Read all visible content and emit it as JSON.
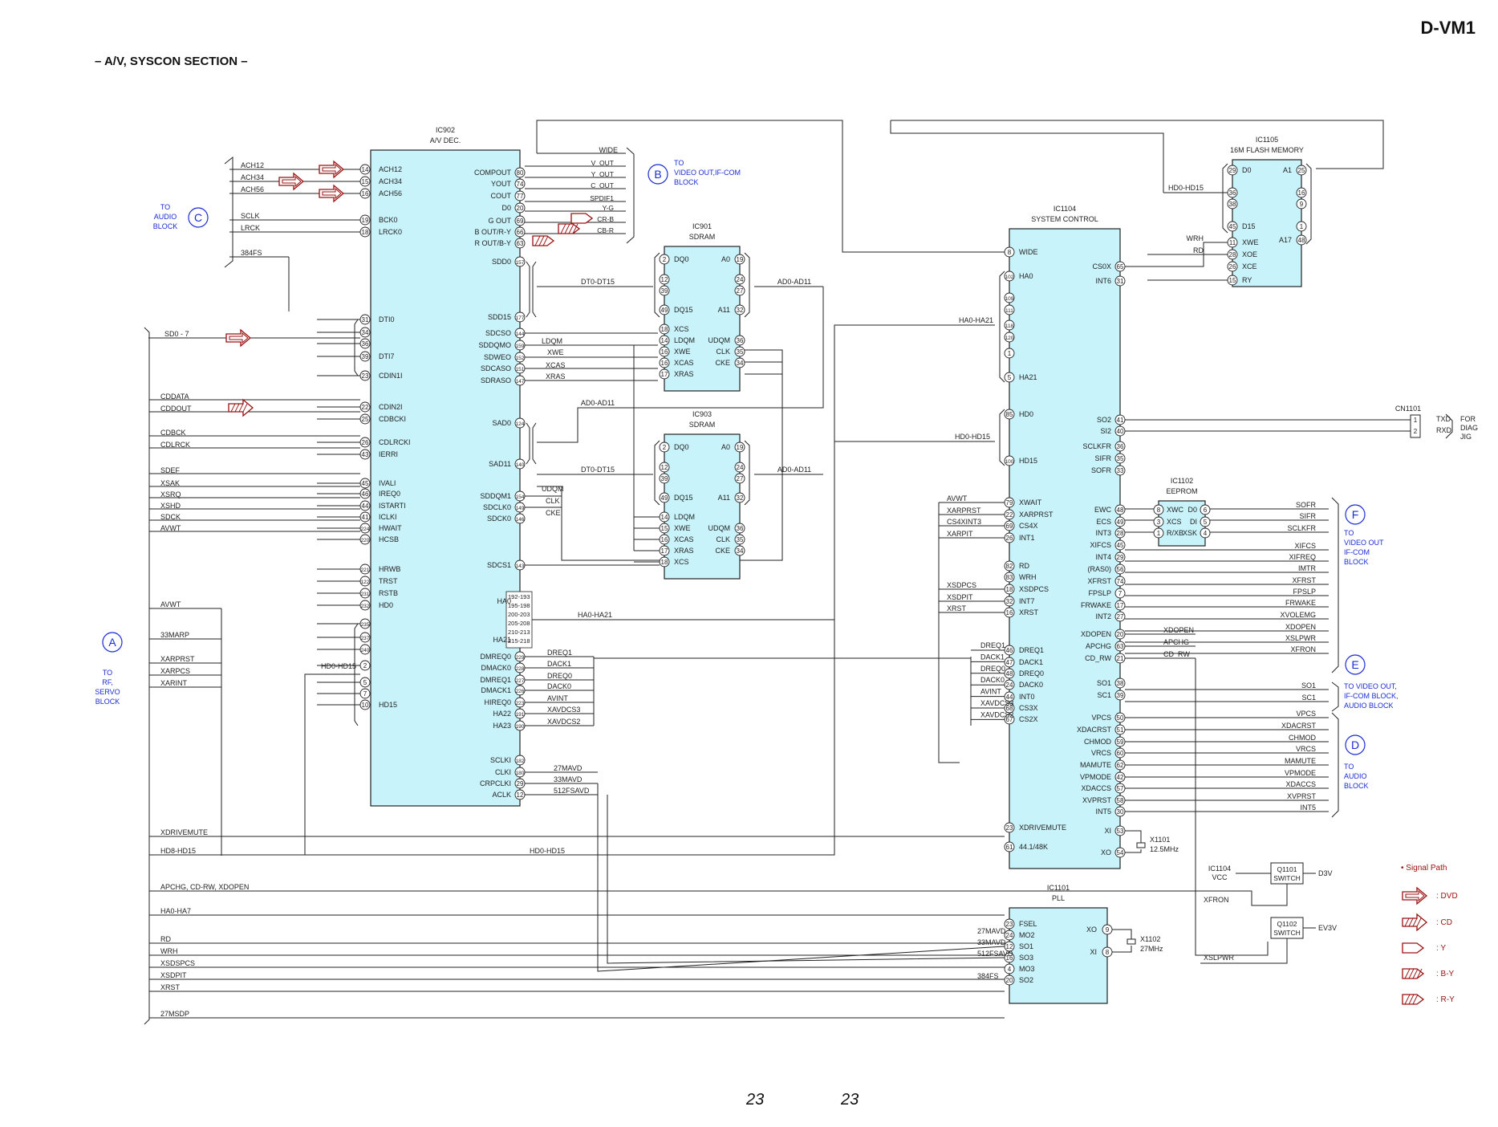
{
  "page": {
    "model": "D-VM1",
    "section": "– A/V, SYSCON SECTION –",
    "page_left": "23",
    "page_right": "23"
  },
  "colors": {
    "chip_fill": "#c9f3fa",
    "line": "#222222",
    "blue": "#1a2bd6",
    "red": "#9a1010"
  },
  "ics": [
    {
      "ref": "IC902",
      "name": "A/V DEC.",
      "left": [
        [
          "14",
          "ACH12"
        ],
        [
          "15",
          "ACH34"
        ],
        [
          "16",
          "ACH56"
        ],
        [
          "19",
          "BCK0"
        ],
        [
          "18",
          "LRCK0"
        ],
        [
          "31",
          "DTI0"
        ],
        [
          "34",
          ""
        ],
        [
          "36",
          ""
        ],
        [
          "39",
          "DTI7"
        ],
        [
          "23",
          "CDIN1I"
        ],
        [
          "22",
          "CDIN2I"
        ],
        [
          "25",
          "CDBCKI"
        ],
        [
          "26",
          "CDLRCKI"
        ],
        [
          "43",
          "IERRI"
        ],
        [
          "45",
          "IVALI"
        ],
        [
          "46",
          "IREQ0"
        ],
        [
          "44",
          "ISTARTI"
        ],
        [
          "41",
          "ICLKI"
        ],
        [
          "224",
          "HWAIT"
        ],
        [
          "220",
          "HCSB"
        ],
        [
          "221",
          "HRWB"
        ],
        [
          "122",
          "TRST"
        ],
        [
          "231",
          "RSTB"
        ],
        [
          "232",
          "HD0"
        ],
        [
          "235",
          ""
        ],
        [
          "237",
          ""
        ],
        [
          "240",
          ""
        ],
        [
          "2",
          ""
        ],
        [
          "5",
          ""
        ],
        [
          "7",
          ""
        ],
        [
          "10",
          "HD15"
        ]
      ],
      "right": [
        [
          "80",
          "COMPOUT"
        ],
        [
          "74",
          "YOUT"
        ],
        [
          "77",
          "COUT"
        ],
        [
          "20",
          "D0"
        ],
        [
          "69",
          "G OUT"
        ],
        [
          "66",
          "B OUT/R-Y"
        ],
        [
          "63",
          "R OUT/B-Y"
        ],
        [
          "157",
          "SDD0"
        ],
        [
          "177",
          "SDD15"
        ],
        [
          "144",
          "SDCSO"
        ],
        [
          "159",
          "SDDQMO"
        ],
        [
          "152",
          "SDWEO"
        ],
        [
          "151",
          "SDCASO"
        ],
        [
          "147",
          "SDRASO"
        ],
        [
          "124",
          "SAD0"
        ],
        [
          "140",
          "SAD11"
        ],
        [
          "154",
          "SDDQM1"
        ],
        [
          "149",
          "SDCLK0"
        ],
        [
          "146",
          "SDCK0"
        ],
        [
          "143",
          "SDCS1"
        ],
        [
          "",
          "HA0"
        ],
        [
          "",
          "HA21"
        ],
        [
          "229",
          "DMREQ0"
        ],
        [
          "228",
          "DMACK0"
        ],
        [
          "227",
          "DMREQ1"
        ],
        [
          "226",
          "DMACK1"
        ],
        [
          "223",
          "HIREQ0"
        ],
        [
          "191",
          "HA22"
        ],
        [
          "190",
          "HA23"
        ],
        [
          "182",
          "SCLKI"
        ],
        [
          "180",
          "CLKI"
        ],
        [
          "29",
          "CRPCLKI"
        ],
        [
          "12",
          "ACLK"
        ]
      ],
      "ha_pins": [
        "192-193",
        "195-198",
        "200-203",
        "205-208",
        "210-213",
        "215-218"
      ]
    },
    {
      "ref": "IC901",
      "name": "SDRAM",
      "left": [
        [
          "2",
          "DQ0"
        ],
        [
          "12",
          ""
        ],
        [
          "39",
          ""
        ],
        [
          "49",
          "DQ15"
        ],
        [
          "18",
          "XCS"
        ],
        [
          "14",
          "LDQM"
        ],
        [
          "16",
          "XWE"
        ],
        [
          "16",
          "XCAS"
        ],
        [
          "17",
          "XRAS"
        ]
      ],
      "right": [
        [
          "19",
          "A0"
        ],
        [
          "24",
          ""
        ],
        [
          "27",
          ""
        ],
        [
          "32",
          "A11"
        ],
        [
          "36",
          "UDQM"
        ],
        [
          "35",
          "CLK"
        ],
        [
          "34",
          "CKE"
        ]
      ]
    },
    {
      "ref": "IC903",
      "name": "SDRAM",
      "left": [
        [
          "2",
          "DQ0"
        ],
        [
          "12",
          ""
        ],
        [
          "39",
          ""
        ],
        [
          "49",
          "DQ15"
        ],
        [
          "14",
          "LDQM"
        ],
        [
          "15",
          "XWE"
        ],
        [
          "16",
          "XCAS"
        ],
        [
          "17",
          "XRAS"
        ],
        [
          "18",
          "XCS"
        ]
      ],
      "right": [
        [
          "19",
          "A0"
        ],
        [
          "24",
          ""
        ],
        [
          "27",
          ""
        ],
        [
          "32",
          "A11"
        ],
        [
          "36",
          "UDQM"
        ],
        [
          "35",
          "CLK"
        ],
        [
          "34",
          "CKE"
        ]
      ]
    },
    {
      "ref": "IC1104",
      "name": "SYSTEM CONTROL",
      "left": [
        [
          "8",
          "WIDE"
        ],
        [
          "102",
          "HA0"
        ],
        [
          "109",
          ""
        ],
        [
          "111",
          ""
        ],
        [
          "118",
          ""
        ],
        [
          "120",
          ""
        ],
        [
          "1",
          ""
        ],
        [
          "5",
          "HA21"
        ],
        [
          "85",
          "HD0"
        ],
        [
          "100",
          "HD15"
        ],
        [
          "79",
          "XWAIT"
        ],
        [
          "22",
          "XARPRST"
        ],
        [
          "69",
          "CS4X"
        ],
        [
          "26",
          "INT1"
        ],
        [
          "82",
          "RD"
        ],
        [
          "83",
          "WRH"
        ],
        [
          "18",
          "XSDPCS"
        ],
        [
          "32",
          "INT7"
        ],
        [
          "16",
          "XRST"
        ],
        [
          "46",
          "DREQ1"
        ],
        [
          "47",
          "DACK1"
        ],
        [
          "48",
          "DREQ0"
        ],
        [
          "24",
          "DACK0"
        ],
        [
          "44",
          "INT0"
        ],
        [
          "68",
          "CS3X"
        ],
        [
          "67",
          "CS2X"
        ],
        [
          "23",
          "XDRIVEMUTE"
        ],
        [
          "61",
          "44.1/48K"
        ]
      ],
      "right": [
        [
          "65",
          "CS0X"
        ],
        [
          "31",
          "INT6"
        ],
        [
          "41",
          "SO2"
        ],
        [
          "40",
          "SI2"
        ],
        [
          "36",
          "SCLKFR"
        ],
        [
          "35",
          "SIFR"
        ],
        [
          "33",
          "SOFR"
        ],
        [
          "48",
          "EWC"
        ],
        [
          "49",
          "ECS"
        ],
        [
          "28",
          "INT3"
        ],
        [
          "45",
          "XIFCS"
        ],
        [
          "29",
          "INT4"
        ],
        [
          "56",
          "(RAS0)"
        ],
        [
          "74",
          "XFRST"
        ],
        [
          "7",
          "FPSLP"
        ],
        [
          "17",
          "FRWAKE"
        ],
        [
          "27",
          "INT2"
        ],
        [
          "20",
          "XDOPEN"
        ],
        [
          "63",
          "APCHG"
        ],
        [
          "21",
          "CD_RW"
        ],
        [
          "38",
          "SO1"
        ],
        [
          "39",
          "SC1"
        ],
        [
          "50",
          "VPCS"
        ],
        [
          "51",
          "XDACRST"
        ],
        [
          "59",
          "CHMOD"
        ],
        [
          "60",
          "VRCS"
        ],
        [
          "62",
          "MAMUTE"
        ],
        [
          "42",
          "VPMODE"
        ],
        [
          "57",
          "XDACCS"
        ],
        [
          "58",
          "XVPRST"
        ],
        [
          "30",
          "INT5"
        ],
        [
          "53",
          "XI"
        ],
        [
          "54",
          "XO"
        ]
      ]
    },
    {
      "ref": "IC1105",
      "name": "16M FLASH MEMORY",
      "left": [
        [
          "29",
          "D0"
        ],
        [
          "36",
          ""
        ],
        [
          "38",
          ""
        ],
        [
          "45",
          "D15"
        ],
        [
          "11",
          "XWE"
        ],
        [
          "28",
          "XOE"
        ],
        [
          "26",
          "XCE"
        ],
        [
          "15",
          "RY"
        ]
      ],
      "right": [
        [
          "25",
          "A1"
        ],
        [
          "16",
          ""
        ],
        [
          "9",
          ""
        ],
        [
          "1",
          ""
        ],
        [
          "48",
          "A17"
        ]
      ]
    },
    {
      "ref": "IC1102",
      "name": "EEPROM",
      "left": [
        [
          "8",
          "XWC"
        ],
        [
          "3",
          "XCS"
        ],
        [
          "1",
          "R/XB"
        ]
      ],
      "right": [
        [
          "6",
          "D0"
        ],
        [
          "5",
          "DI"
        ],
        [
          "4",
          "XSK"
        ]
      ]
    },
    {
      "ref": "IC1101",
      "name": "PLL",
      "left": [
        [
          "23",
          "FSEL"
        ],
        [
          "24",
          "MO2"
        ],
        [
          "12",
          "SO1"
        ],
        [
          "16",
          "SO3"
        ],
        [
          "4",
          "MO3"
        ],
        [
          "20",
          "SO2"
        ]
      ],
      "right": [
        [
          "9",
          "XO"
        ],
        [
          "8",
          "XI"
        ]
      ]
    }
  ],
  "nets": {
    "ach": [
      "ACH12",
      "ACH34",
      "ACH56"
    ],
    "audio_clk": [
      "SCLK",
      "LRCK",
      "384FS"
    ],
    "video_out": [
      "WIDE",
      "V_OUT",
      "Y_OUT",
      "C_OUT",
      "SPDIF1",
      "Y-G",
      "CR-B",
      "CB-R"
    ],
    "sd": "SD0 - 7",
    "cd": [
      "CDDATA",
      "CDDOUT",
      "CDBCK",
      "CDLRCK"
    ],
    "i_sig": [
      "SDEF",
      "XSAK",
      "XSRQ",
      "XSHD",
      "SDCK",
      "AVWT"
    ],
    "sdram_bus": [
      "DT0-DT15",
      "AD0-AD11",
      "AD0-AD11",
      "DT0-DT15",
      "AD0-AD11"
    ],
    "sdram_ctl": [
      "LDQM",
      "XWE",
      "XCAS",
      "XRAS",
      "UDQM",
      "CLK",
      "CKE"
    ],
    "ha": "HA0-HA21",
    "hd": [
      "HD0-HD15",
      "HD0-HD15",
      "HD8-HD15",
      "HD0-HD15"
    ],
    "rf_left": [
      "AVWT",
      "33MARP",
      "XARPRST",
      "XARPCS",
      "XARINT"
    ],
    "dma": [
      "DREQ1",
      "DACK1",
      "DREQ0",
      "DACK0",
      "AVINT",
      "XAVDCS3",
      "XAVDCS2"
    ],
    "clk_in": [
      "27MAVD",
      "33MAVD",
      "512FSAVD"
    ],
    "bottom_left": [
      "XDRIVEMUTE",
      "APCHG, CD-RW, XDOPEN",
      "HA0-HA7",
      "RD",
      "WRH",
      "XSDSPCS",
      "XSDPIT",
      "XRST",
      "27MSDP"
    ],
    "sys_left": [
      "AVWT",
      "XARPRST",
      "CS4XINT3",
      "XARPIT",
      "XSDPCS",
      "XSDPIT",
      "XRST"
    ],
    "pll_in": [
      "27MAVD",
      "33MAVD",
      "512FSAVD",
      "384FS"
    ],
    "flash": [
      "HD0-HD15",
      "WRH",
      "RD"
    ],
    "diag": [
      "TXD",
      "RXD"
    ],
    "f_right": [
      "SOFR",
      "SIFR",
      "SCLKFR",
      "XIFCS",
      "XIFREQ",
      "IMTR",
      "XFRST",
      "FPSLP",
      "FRWAKE",
      "XVOLEMG",
      "XDOPEN",
      "XSLPWR",
      "XFRON"
    ],
    "e_right": [
      "SO1",
      "SC1"
    ],
    "d_right": [
      "VPCS",
      "XDACRST",
      "CHMOD",
      "VRCS",
      "MAMUTE",
      "VPMODE",
      "XDACCS",
      "XVPRST",
      "INT5"
    ],
    "mid_right": [
      "XDOPEN",
      "APCHG",
      "CD_RW"
    ],
    "power": [
      "XFRON",
      "XSLPWR"
    ],
    "ic1104_vcc": "IC1104\nVCC"
  },
  "blocks": {
    "A": {
      "letter": "A",
      "label": "TO\nRF,\nSERVO\nBLOCK"
    },
    "B": {
      "letter": "B",
      "label": "TO\nVIDEO OUT,IF-COM\nBLOCK"
    },
    "C": {
      "letter": "C",
      "label": "TO\nAUDIO\nBLOCK"
    },
    "D": {
      "letter": "D",
      "label": "TO\nAUDIO\nBLOCK"
    },
    "E": {
      "letter": "E",
      "label": "TO VIDEO OUT,\nIF-COM BLOCK,\nAUDIO BLOCK"
    },
    "F": {
      "letter": "F",
      "label": "TO\nVIDEO OUT\nIF-COM\nBLOCK"
    }
  },
  "parts": {
    "cn1101": {
      "ref": "CN1101",
      "pins": [
        "1",
        "2"
      ],
      "label": "FOR\nDIAG\nJIG"
    },
    "x1101": {
      "ref": "X1101",
      "freq": "12.5MHz"
    },
    "x1102": {
      "ref": "X1102",
      "freq": "27MHz"
    },
    "q1101": {
      "ref": "Q1101",
      "name": "SWITCH",
      "supply": "D3V"
    },
    "q1102": {
      "ref": "Q1102",
      "name": "SWITCH",
      "supply": "EV3V"
    }
  },
  "legend": {
    "title": "• Signal Path",
    "items": [
      ": DVD",
      ": CD",
      ": Y",
      ": B-Y",
      ": R-Y"
    ]
  }
}
